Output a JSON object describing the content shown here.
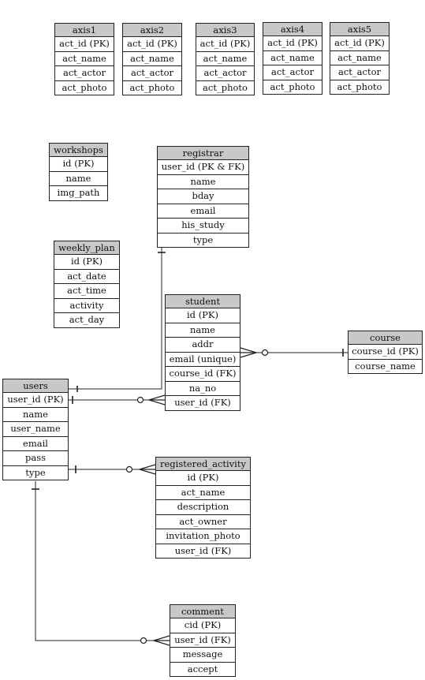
{
  "tables": [
    {
      "id": "axis1",
      "title": "axis1",
      "rows": [
        "act_id (PK)",
        "act_name",
        "act_actor",
        "act_photo"
      ]
    },
    {
      "id": "axis2",
      "title": "axis2",
      "rows": [
        "act_id (PK)",
        "act_name",
        "act_actor",
        "act_photo"
      ]
    },
    {
      "id": "axis3",
      "title": "axis3",
      "rows": [
        "act_id (PK)",
        "act_name",
        "act_actor",
        "act_photo"
      ]
    },
    {
      "id": "axis4",
      "title": "axis4",
      "rows": [
        "act_id (PK)",
        "act_name",
        "act_actor",
        "act_photo"
      ]
    },
    {
      "id": "axis5",
      "title": "axis5",
      "rows": [
        "act_id (PK)",
        "act_name",
        "act_actor",
        "act_photo"
      ]
    },
    {
      "id": "workshops",
      "title": "workshops",
      "rows": [
        "id (PK)",
        "name",
        "img_path"
      ]
    },
    {
      "id": "registrar",
      "title": "registrar",
      "rows": [
        "user_id (PK & FK)",
        "name",
        "bday",
        "email",
        "his_study",
        "type"
      ]
    },
    {
      "id": "weekly_plan",
      "title": "weekly_plan",
      "rows": [
        "id (PK)",
        "act_date",
        "act_time",
        "activity",
        "act_day"
      ]
    },
    {
      "id": "student",
      "title": "student",
      "rows": [
        "id (PK)",
        "name",
        "addr",
        "email (unique)",
        "course_id (FK)",
        "na_no",
        "user_id (FK)"
      ]
    },
    {
      "id": "course",
      "title": "course",
      "rows": [
        "course_id (PK)",
        "course_name"
      ]
    },
    {
      "id": "users",
      "title": "users",
      "rows": [
        "user_id (PK)",
        "name",
        "user_name",
        "email",
        "pass",
        "type"
      ]
    },
    {
      "id": "registered_activity",
      "title": "registered_activity",
      "rows": [
        "id (PK)",
        "act_name",
        "description",
        "act_owner",
        "invitation_photo",
        "user_id (FK)"
      ]
    },
    {
      "id": "comment",
      "title": "comment",
      "rows": [
        "cid (PK)",
        "user_id (FK)",
        "message",
        "accept"
      ]
    }
  ],
  "relationships": [
    {
      "id": "users-registrar",
      "from": "users",
      "to": "registrar",
      "from_end": "one",
      "to_end": "one"
    },
    {
      "id": "users-student",
      "from": "users",
      "to": "student",
      "from_end": "one",
      "to_end": "zero-or-many"
    },
    {
      "id": "student-course",
      "from": "student",
      "to": "course",
      "from_end": "zero-or-many",
      "to_end": "one"
    },
    {
      "id": "users-registered_activity",
      "from": "users",
      "to": "registered_activity",
      "from_end": "one",
      "to_end": "zero-or-many"
    },
    {
      "id": "users-comment",
      "from": "users",
      "to": "comment",
      "from_end": "one",
      "to_end": "zero-or-many"
    }
  ]
}
